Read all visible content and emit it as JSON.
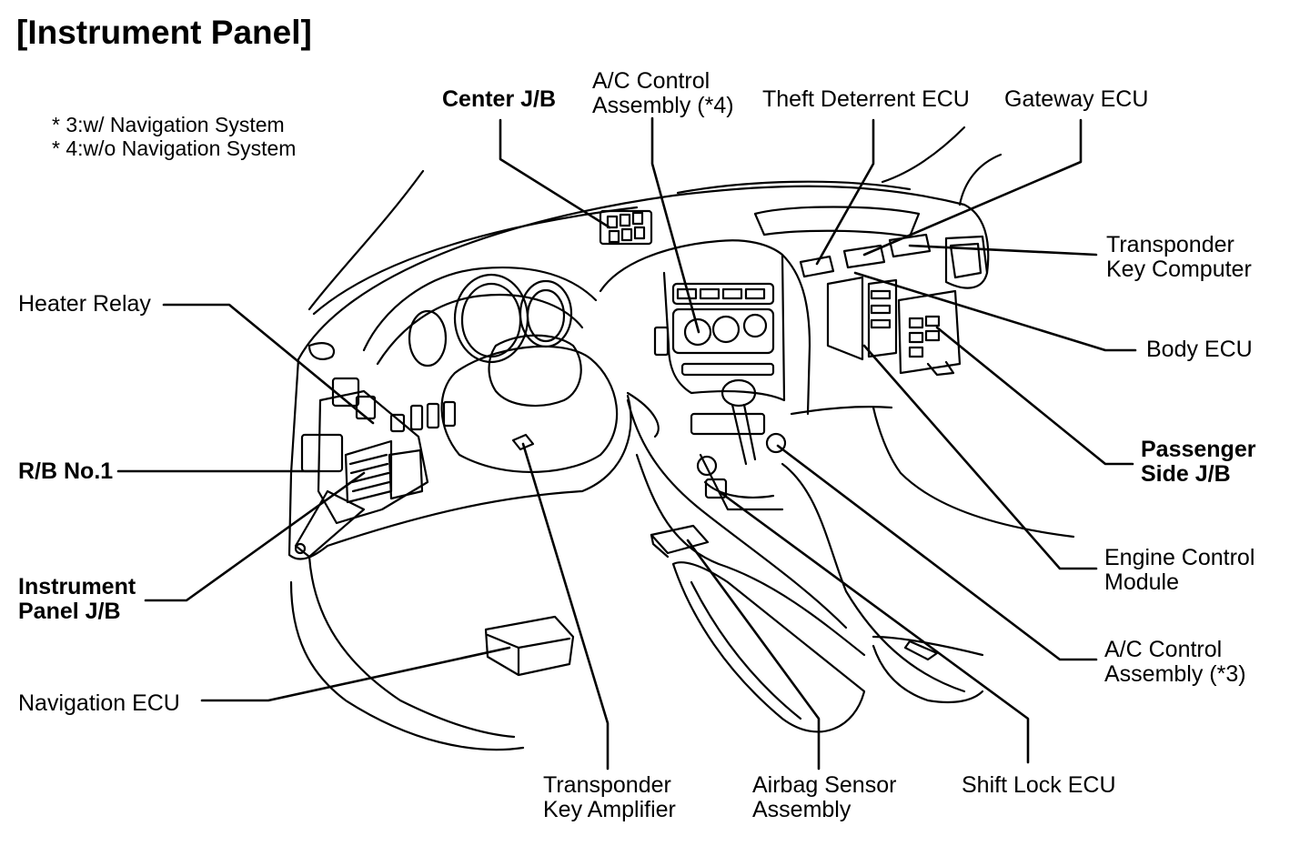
{
  "title": "[Instrument Panel]",
  "notes": [
    "* 3:w/ Navigation System",
    "* 4:w/o Navigation System"
  ],
  "colors": {
    "ink": "#000000",
    "paper": "#ffffff"
  },
  "labels": {
    "center_jb": "Center J/B",
    "ac_control_4": [
      "A/C Control",
      "Assembly (*4)"
    ],
    "theft_deterrent_ecu": "Theft Deterrent ECU",
    "gateway_ecu": "Gateway ECU",
    "transponder_key_computer": [
      "Transponder",
      "Key Computer"
    ],
    "heater_relay": "Heater Relay",
    "body_ecu": "Body ECU",
    "rb_no1": "R/B No.1",
    "passenger_side_jb": [
      "Passenger",
      "Side J/B"
    ],
    "instrument_panel_jb": [
      "Instrument",
      "Panel J/B"
    ],
    "engine_control_module": [
      "Engine Control",
      "Module"
    ],
    "ac_control_3": [
      "A/C Control",
      "Assembly (*3)"
    ],
    "navigation_ecu": "Navigation ECU",
    "transponder_key_amplifier": [
      "Transponder",
      "Key Amplifier"
    ],
    "airbag_sensor_assembly": [
      "Airbag Sensor",
      "Assembly"
    ],
    "shift_lock_ecu": "Shift Lock ECU"
  }
}
